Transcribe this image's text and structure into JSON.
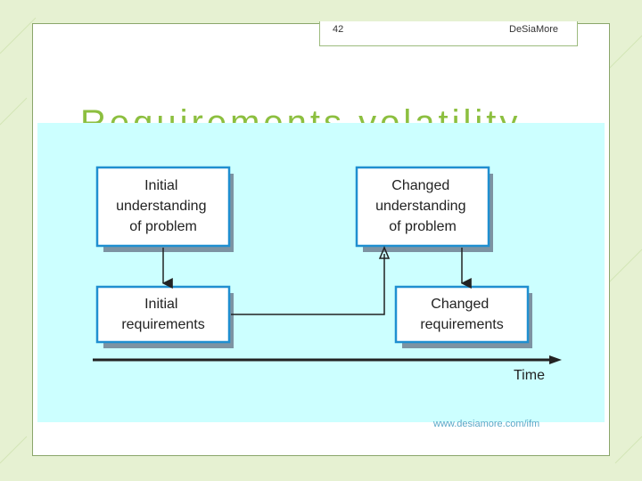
{
  "header": {
    "page_number": "42",
    "brand": "DeSiaMore"
  },
  "slide": {
    "title": "Requirements volatility"
  },
  "diagram": {
    "boxes": {
      "initial_understanding": [
        "Initial",
        "understanding",
        "of problem"
      ],
      "changed_understanding": [
        "Changed",
        "understanding",
        "of problem"
      ],
      "initial_requirements": [
        "Initial",
        "requirements"
      ],
      "changed_requirements": [
        "Changed",
        "requirements"
      ]
    },
    "time_label": "Time"
  },
  "footer": {
    "url": "www.desiamore.com/ifm"
  },
  "colors": {
    "box_border": "#1f8fd0",
    "box_shadow": "#6f8a9a",
    "panel_bg": "#ccffff",
    "title_green": "#8cbf3f"
  }
}
